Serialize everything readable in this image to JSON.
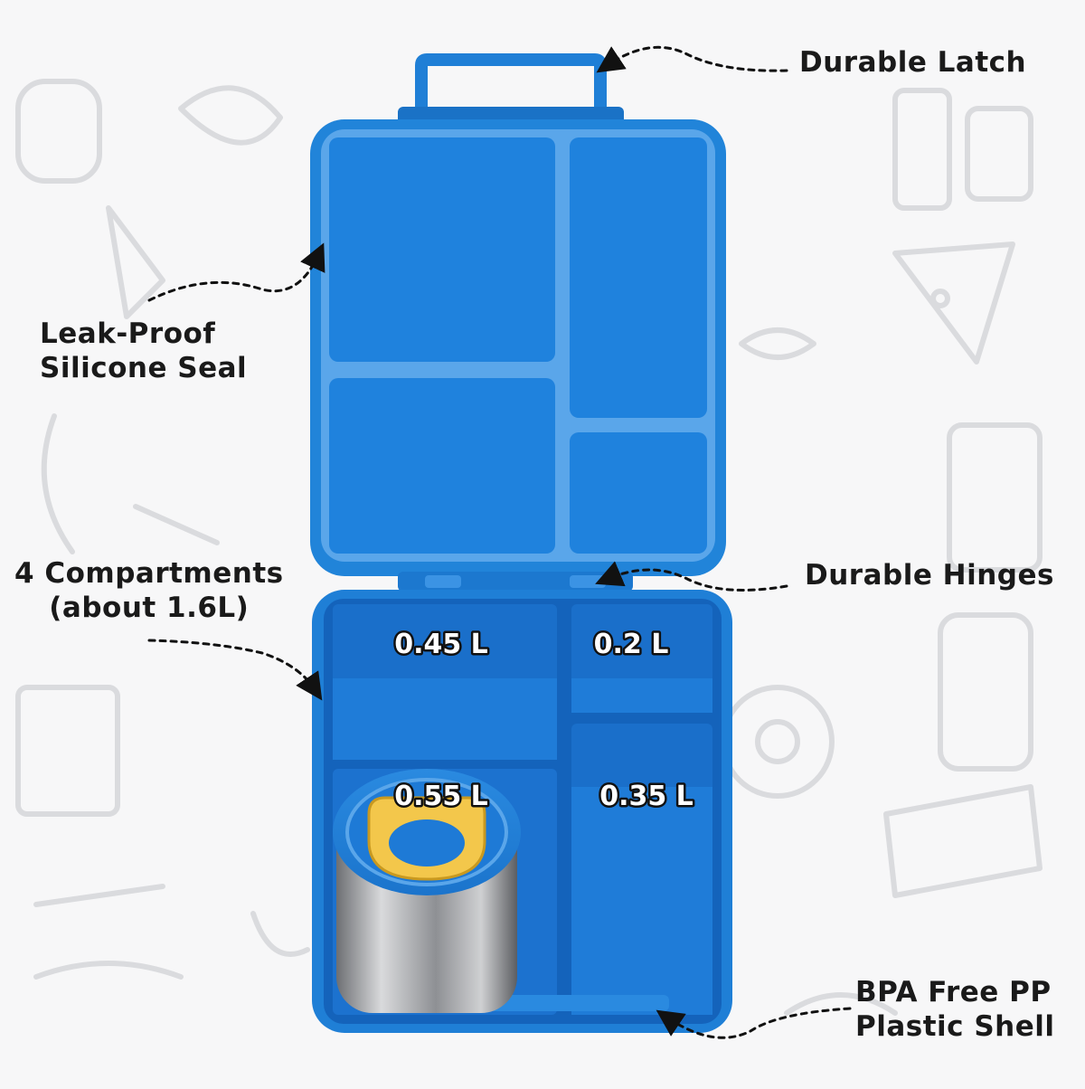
{
  "callouts": {
    "latch": "Durable Latch",
    "seal_line1": "Leak-Proof",
    "seal_line2": "Silicone Seal",
    "compartments_line1": "4 Compartments",
    "compartments_line2": "(about 1.6L)",
    "hinges": "Durable Hinges",
    "shell_line1": "BPA Free PP",
    "shell_line2": "Plastic Shell"
  },
  "volumes": {
    "top_left": "0.45 L",
    "top_right": "0.2 L",
    "bottom_left": "0.55 L",
    "bottom_right": "0.35 L"
  },
  "colors": {
    "box_blue": "#1f7fd6",
    "box_blue_dark": "#1466bf",
    "divider": "#7fb8ef",
    "handle_yellow": "#f3c74b",
    "background": "#f7f7f8"
  },
  "icons": [
    "lunch-box",
    "food-jar",
    "dashed-arrow"
  ]
}
